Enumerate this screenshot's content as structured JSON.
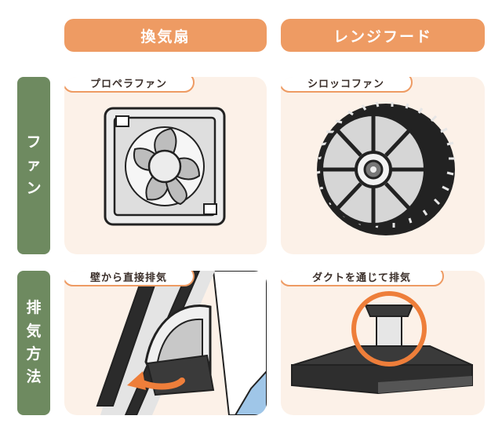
{
  "columns": [
    {
      "label": "換気扇"
    },
    {
      "label": "レンジフード"
    }
  ],
  "rows": [
    {
      "label_chars": [
        "フ",
        "ァ",
        "ン"
      ]
    },
    {
      "label_chars": [
        "排",
        "気",
        "方",
        "法"
      ]
    }
  ],
  "cells": {
    "fan_kanki": {
      "tag": "プロペラファン"
    },
    "fan_range": {
      "tag": "シロッコファン"
    },
    "exhaust_kanki": {
      "tag": "壁から直接排気"
    },
    "exhaust_range": {
      "tag": "ダクトを通じて排気"
    }
  },
  "colors": {
    "accent": "#ee9b63",
    "row_label": "#6e8a60",
    "cell_bg": "#fcf1e8"
  }
}
